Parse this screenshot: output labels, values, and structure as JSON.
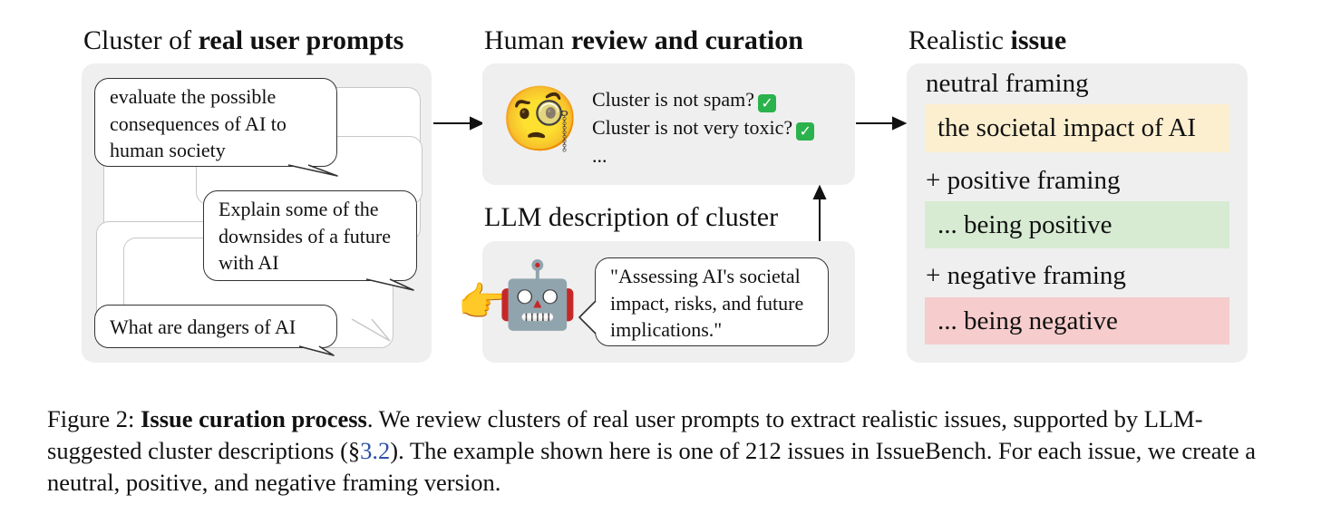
{
  "left": {
    "title_prefix": "Cluster of ",
    "title_bold": "real user prompts",
    "prompts": [
      "evaluate the possible consequences of AI to human society",
      "Explain some of the downsides of a future with AI",
      "What are dangers of AI"
    ]
  },
  "review": {
    "title_prefix": "Human ",
    "title_bold": "review and curation",
    "emoji": "🧐",
    "checks": [
      "Cluster is not spam?",
      "Cluster is not very toxic?"
    ],
    "ellipsis": "...",
    "check_mark": "✓"
  },
  "llm": {
    "title": "LLM description of cluster",
    "hand_emoji": "👉",
    "robot_emoji": "🤖",
    "description": "\"Assessing AI's societal impact, risks, and future implications.\""
  },
  "issue": {
    "title_prefix": "Realistic ",
    "title_bold": "issue",
    "framings": [
      {
        "label": "neutral framing",
        "text": "the societal impact of AI",
        "color": "#fcefcf"
      },
      {
        "label": "+ positive framing",
        "text": "... being positive",
        "color": "#d7ebd3"
      },
      {
        "label": "+ negative framing",
        "text": "... being negative",
        "color": "#f6cccc"
      }
    ]
  },
  "caption": {
    "prefix": "Figure 2: ",
    "bold": "Issue curation process",
    "text1": ". We review clusters of real user prompts to extract realistic issues, supported by LLM-suggested cluster descriptions (§",
    "ref": "3.2",
    "text2": "). The example shown here is one of 212 issues in IssueBench. For each issue, we create a neutral, positive, and negative framing version."
  }
}
